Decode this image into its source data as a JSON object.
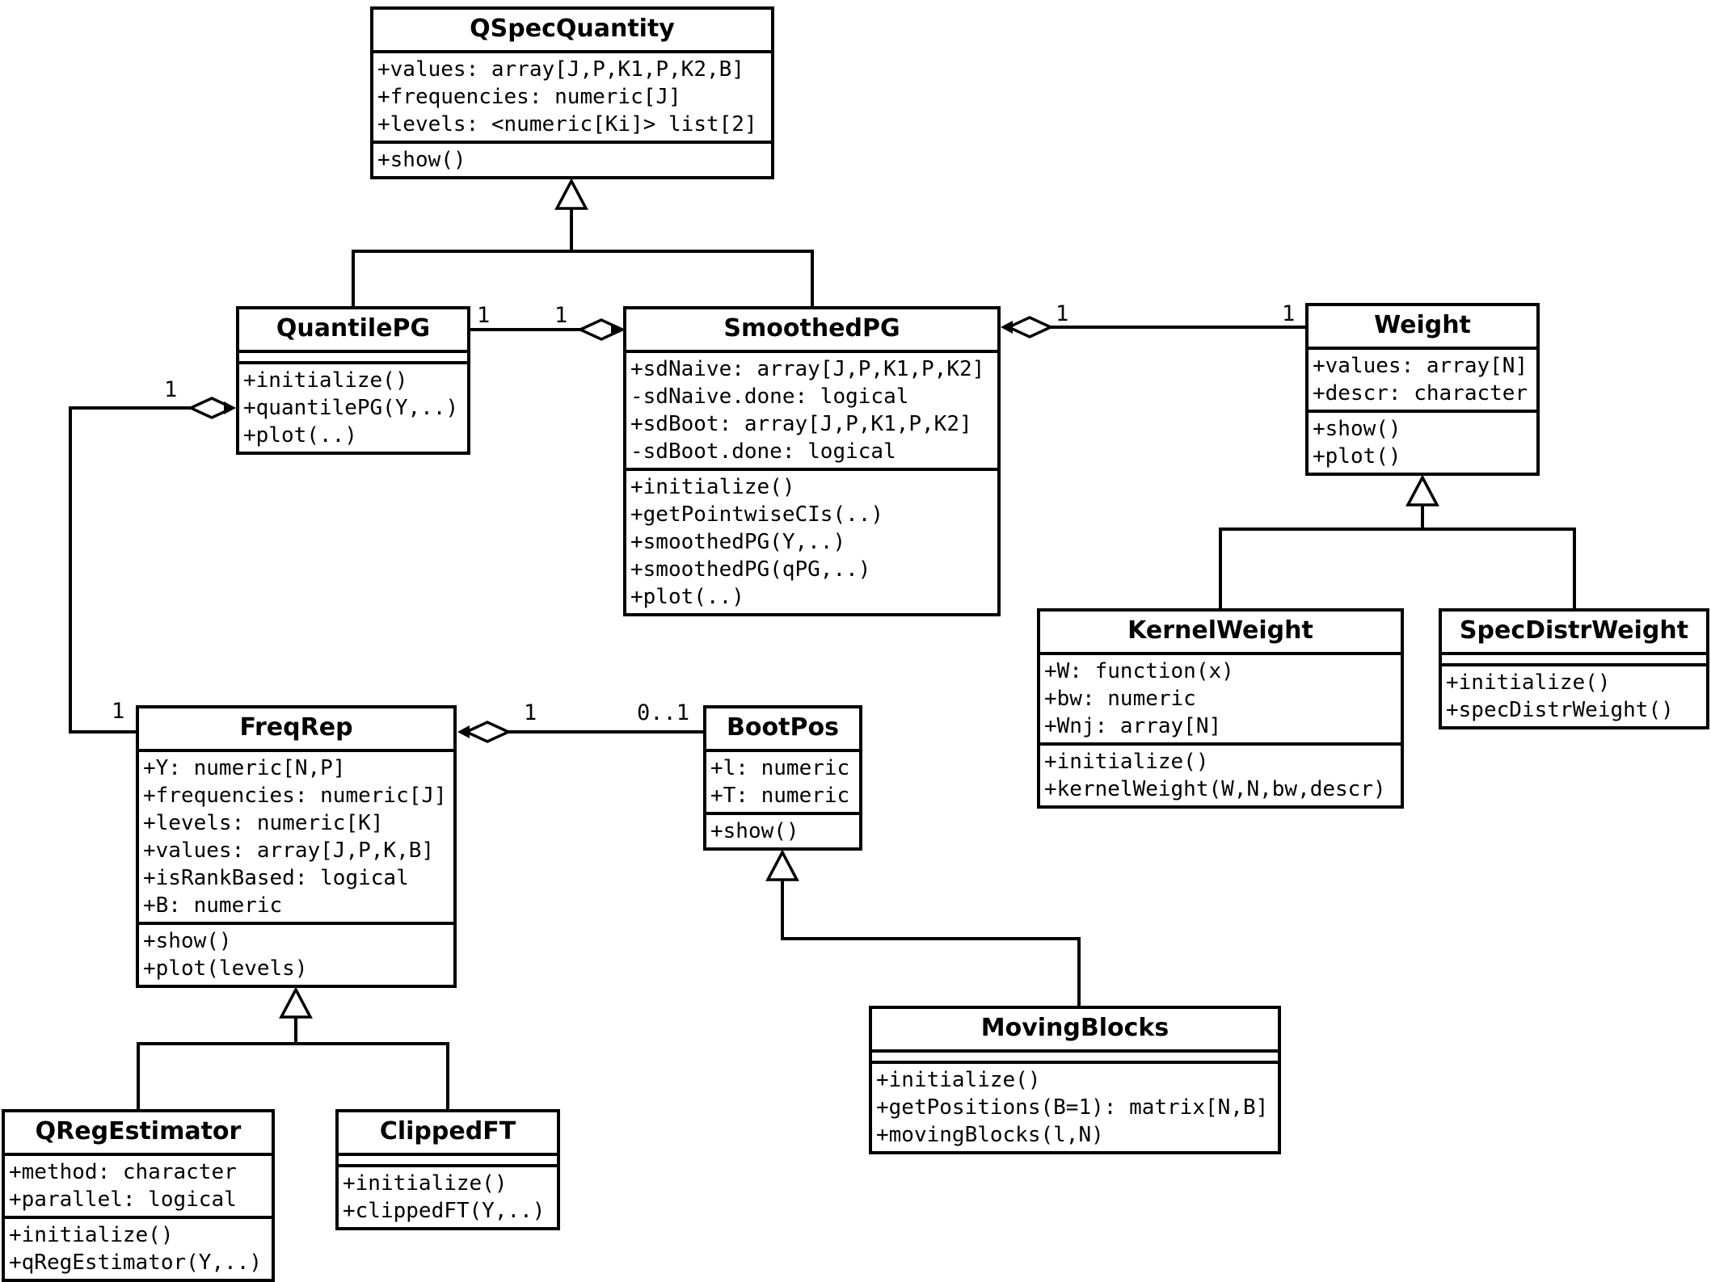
{
  "diagram_title": "",
  "colors": {
    "background": "#ffffff",
    "line": "#000000",
    "box_fill": "#ffffff"
  },
  "classes": {
    "qspecquantity": {
      "name": "QSpecQuantity",
      "attributes": [
        "+values: array[J,P,K1,P,K2,B]",
        "+frequencies: numeric[J]",
        "+levels: <numeric[Ki]> list[2]"
      ],
      "methods": [
        "+show()"
      ]
    },
    "quantilepg": {
      "name": "QuantilePG",
      "attributes": [],
      "methods": [
        "+initialize()",
        "+quantilePG(Y,..)",
        "+plot(..)"
      ]
    },
    "smoothedpg": {
      "name": "SmoothedPG",
      "attributes": [
        "+sdNaive: array[J,P,K1,P,K2]",
        "-sdNaive.done: logical",
        "+sdBoot: array[J,P,K1,P,K2]",
        "-sdBoot.done: logical"
      ],
      "methods": [
        "+initialize()",
        "+getPointwiseCIs(..)",
        "+smoothedPG(Y,..)",
        "+smoothedPG(qPG,..)",
        "+plot(..)"
      ]
    },
    "weight": {
      "name": "Weight",
      "attributes": [
        "+values: array[N]",
        "+descr: character"
      ],
      "methods": [
        "+show()",
        "+plot()"
      ]
    },
    "kernelweight": {
      "name": "KernelWeight",
      "attributes": [
        "+W: function(x)",
        "+bw: numeric",
        "+Wnj: array[N]"
      ],
      "methods": [
        "+initialize()",
        "+kernelWeight(W,N,bw,descr)"
      ]
    },
    "specdistrweight": {
      "name": "SpecDistrWeight",
      "attributes": [],
      "methods": [
        "+initialize()",
        "+specDistrWeight()"
      ]
    },
    "freqrep": {
      "name": "FreqRep",
      "attributes": [
        "+Y: numeric[N,P]",
        "+frequencies: numeric[J]",
        "+levels: numeric[K]",
        "+values: array[J,P,K,B]",
        "+isRankBased: logical",
        "+B: numeric"
      ],
      "methods": [
        "+show()",
        "+plot(levels)"
      ]
    },
    "bootpos": {
      "name": "BootPos",
      "attributes": [
        "+l: numeric",
        "+T: numeric"
      ],
      "methods": [
        "+show()"
      ]
    },
    "qregestimator": {
      "name": "QRegEstimator",
      "attributes": [
        "+method: character",
        "+parallel: logical"
      ],
      "methods": [
        "+initialize()",
        "+qRegEstimator(Y,..)"
      ]
    },
    "clippedft": {
      "name": "ClippedFT",
      "attributes": [],
      "methods": [
        "+initialize()",
        "+clippedFT(Y,..)"
      ]
    },
    "movingblocks": {
      "name": "MovingBlocks",
      "attributes": [],
      "methods": [
        "+initialize()",
        "+getPositions(B=1): matrix[N,B]",
        "+movingBlocks(l,N)"
      ]
    }
  },
  "multiplicities": {
    "quantilepg_smoothedpg": {
      "at_quantilepg": "1",
      "at_smoothedpg": "1"
    },
    "smoothedpg_weight": {
      "at_smoothedpg": "1",
      "at_weight": "1"
    },
    "quantilepg_freqrep": {
      "at_quantilepg": "1",
      "at_freqrep": "1"
    },
    "freqrep_bootpos": {
      "at_freqrep": "1",
      "at_bootpos": "0..1"
    }
  }
}
